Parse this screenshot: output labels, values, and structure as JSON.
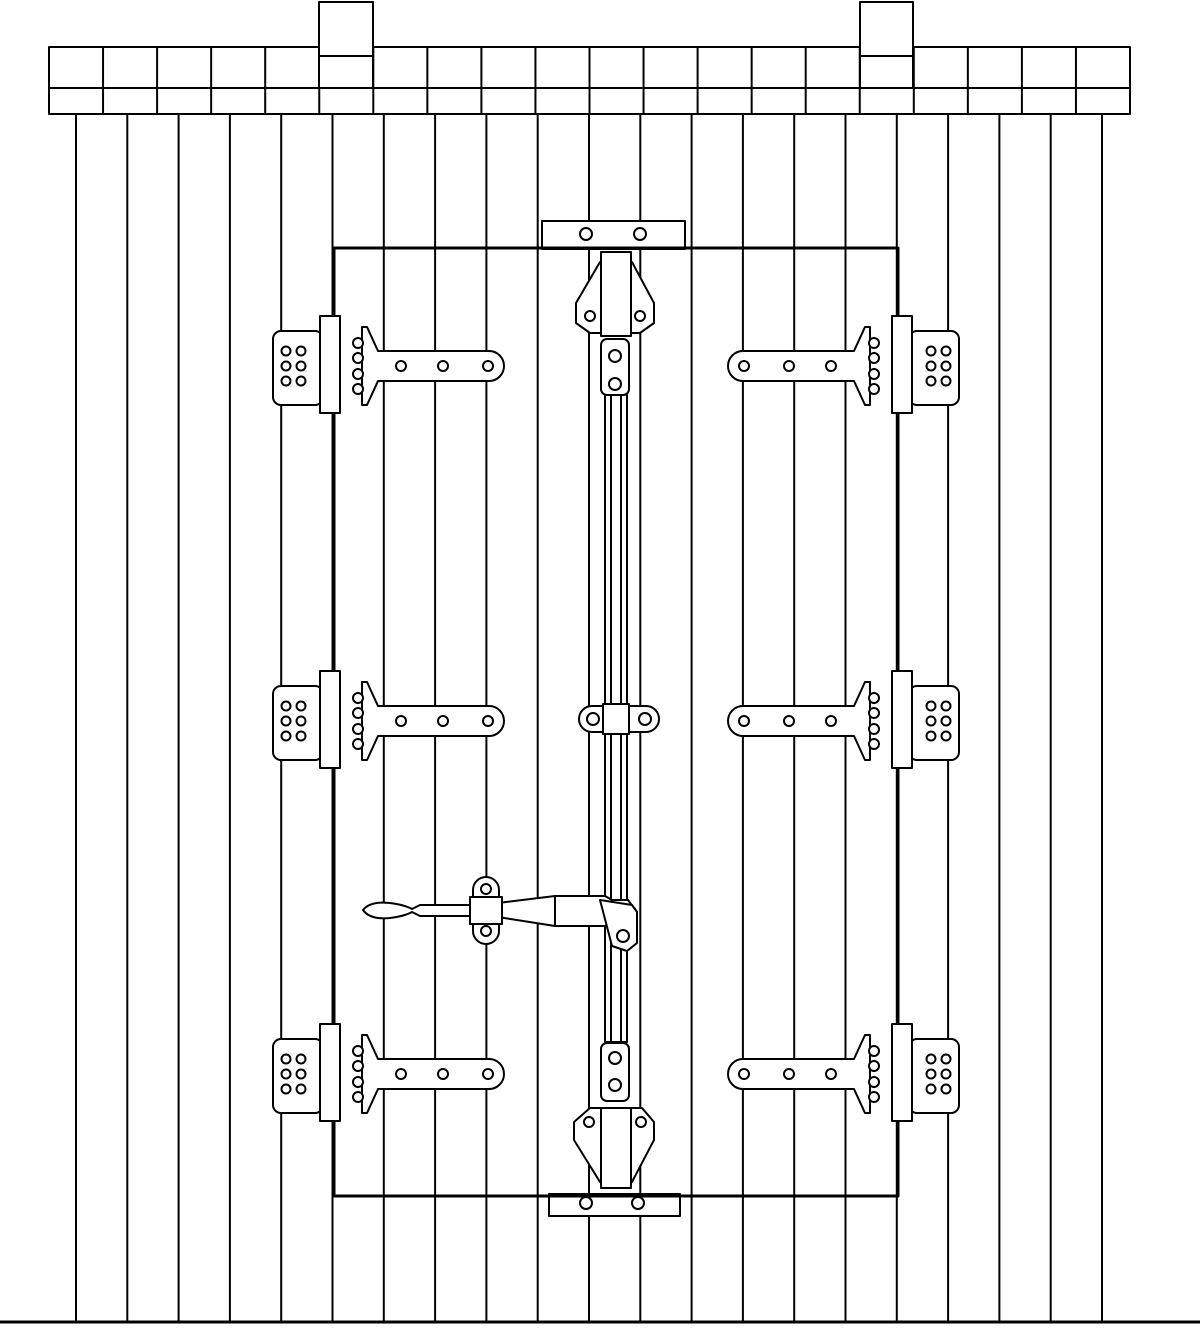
{
  "drawing": {
    "subject": "double-door-with-hinges-and-latch",
    "stroke_color": "#000000",
    "fill_color": "#ffffff",
    "wall": {
      "plank_count": 20
    },
    "cap": {
      "brick_columns": 20,
      "brick_rows": 2,
      "posts": 2
    },
    "door": {
      "leaves": 2
    },
    "hinges": {
      "per_side": 3,
      "sides": 2
    },
    "center_rod": {
      "guides": 1,
      "lock_plates": 2
    },
    "latch": {
      "type": "slide-bolt"
    }
  }
}
